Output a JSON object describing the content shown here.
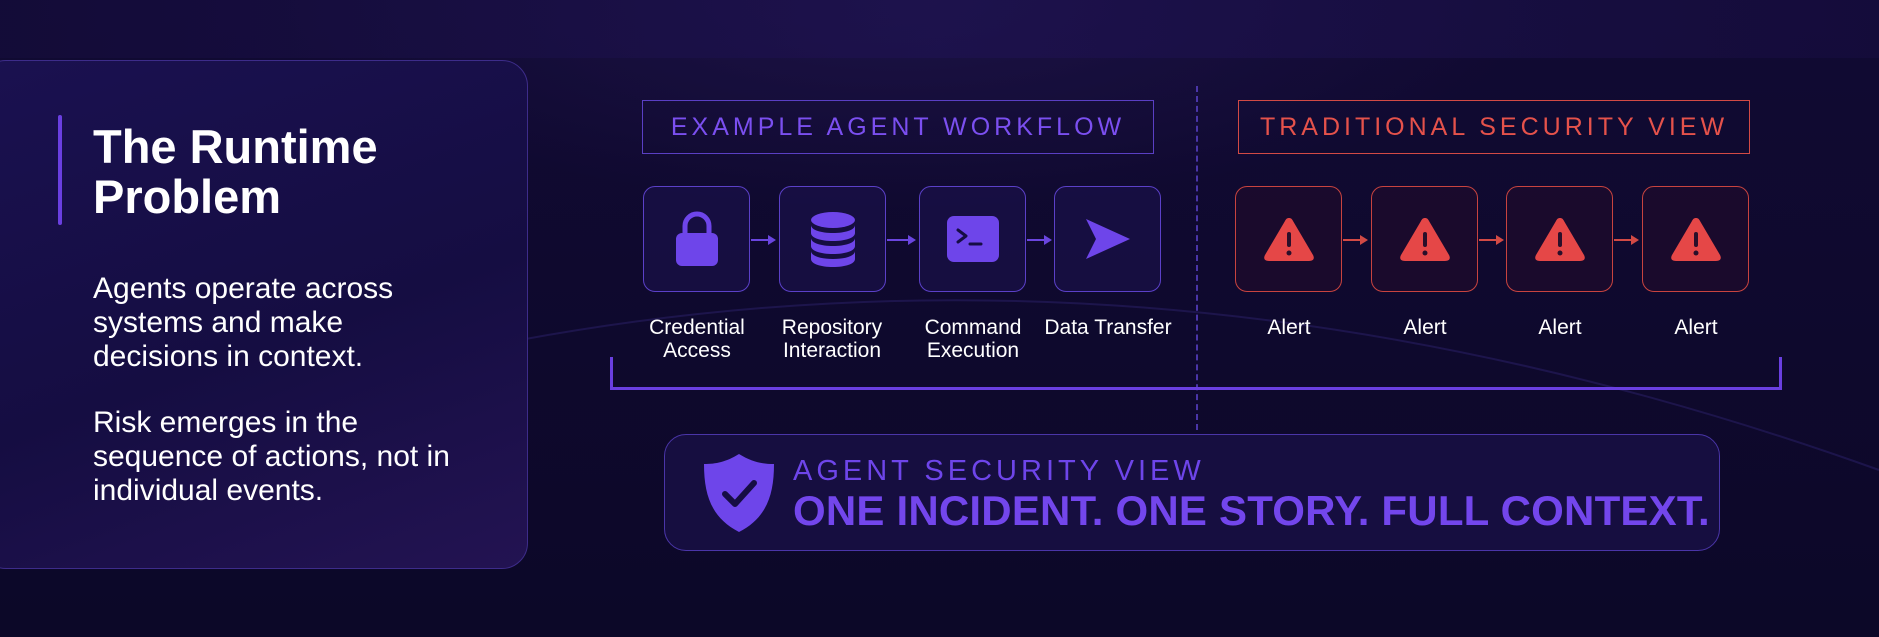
{
  "left_panel": {
    "title": "The Runtime Problem",
    "paragraph_1": "Agents operate across systems and make decisions in context.",
    "paragraph_2": "Risk emerges in the sequence of actions, not in individual events."
  },
  "workflow": {
    "header": "EXAMPLE AGENT WORKFLOW",
    "steps": [
      {
        "label": "Credential Access",
        "icon": "lock-icon"
      },
      {
        "label": "Repository Interaction",
        "icon": "database-icon"
      },
      {
        "label": "Command Execution",
        "icon": "terminal-icon"
      },
      {
        "label": "Data Transfer",
        "icon": "send-icon"
      }
    ]
  },
  "traditional": {
    "header": "TRADITIONAL SECURITY VIEW",
    "alerts": [
      {
        "label": "Alert",
        "icon": "warning-icon"
      },
      {
        "label": "Alert",
        "icon": "warning-icon"
      },
      {
        "label": "Alert",
        "icon": "warning-icon"
      },
      {
        "label": "Alert",
        "icon": "warning-icon"
      }
    ]
  },
  "agent_view": {
    "label": "AGENT SECURITY VIEW",
    "headline": "ONE INCIDENT. ONE STORY. FULL CONTEXT.",
    "icon": "shield-check-icon"
  },
  "colors": {
    "accent_purple": "#6e45ea",
    "alert_red": "#e5524b",
    "background": "#0e0a2e"
  }
}
